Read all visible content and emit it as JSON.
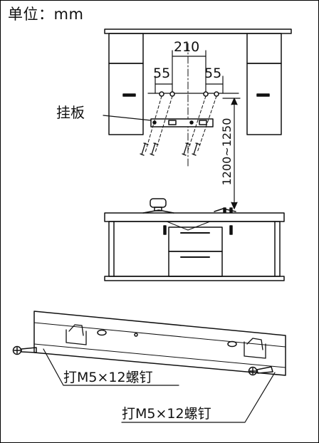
{
  "unit_label": "单位：mm",
  "hanging_plate_label": "挂板",
  "dim_center": "210",
  "dim_left": "55",
  "dim_right": "55",
  "dim_height": "1200~1250",
  "screw_label_1": "打M5×12螺钉",
  "screw_label_2": "打M5×12螺钉"
}
